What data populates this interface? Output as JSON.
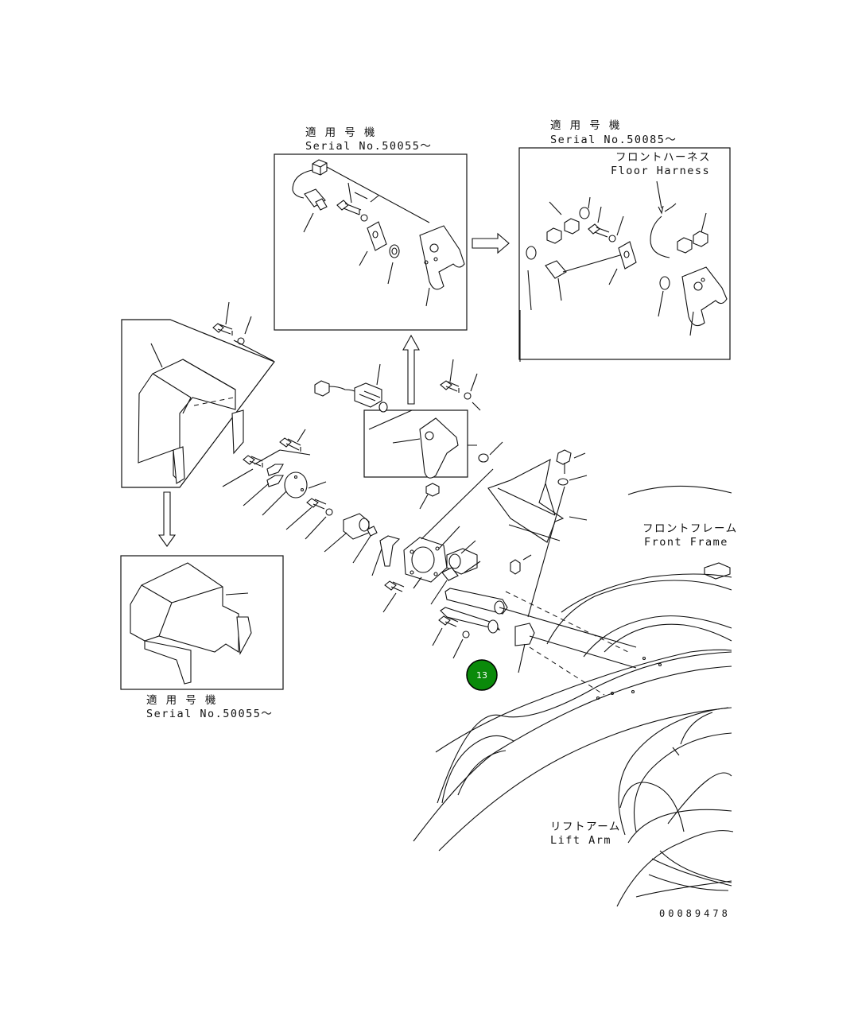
{
  "labels": {
    "top_box_1_jp": "適 用 号 機",
    "top_box_1_serial": "Serial No.50055～",
    "top_box_2_jp": "適 用 号 機",
    "top_box_2_serial": "Serial No.50085～",
    "floor_harness_jp": "フロントハーネス",
    "floor_harness_en": "Floor Harness",
    "front_frame_jp": "フロントフレーム",
    "front_frame_en": "Front Frame",
    "bottom_box_jp": "適 用 号 機",
    "bottom_box_serial": "Serial No.50055～",
    "lift_arm_jp": "リフトアーム",
    "lift_arm_en": "Lift Arm",
    "drawing_number": "00089478"
  },
  "callout": {
    "number": "13",
    "color": "#0a8a0a"
  }
}
